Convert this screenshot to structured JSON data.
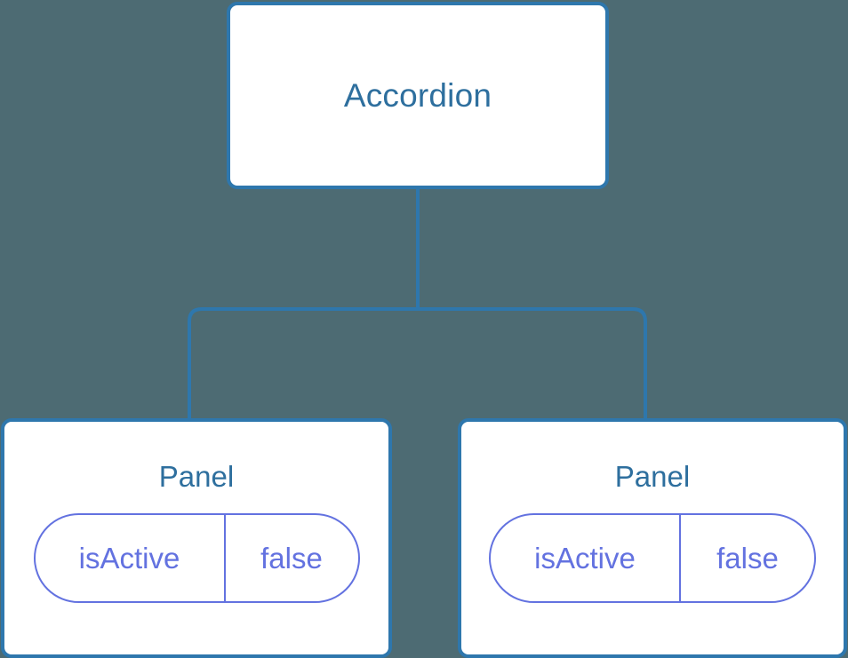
{
  "diagram": {
    "type": "component-tree",
    "background_color": "#4d6b73",
    "node_border_color": "#2e77ad",
    "node_fill_color": "#ffffff",
    "node_title_color": "#2e6f9e",
    "edge_color": "#2e77ad",
    "state_badge_color": "#6372e0",
    "root": {
      "label": "Accordion"
    },
    "children": [
      {
        "label": "Panel",
        "state": {
          "key": "isActive",
          "value": "false"
        }
      },
      {
        "label": "Panel",
        "state": {
          "key": "isActive",
          "value": "false"
        }
      }
    ]
  }
}
